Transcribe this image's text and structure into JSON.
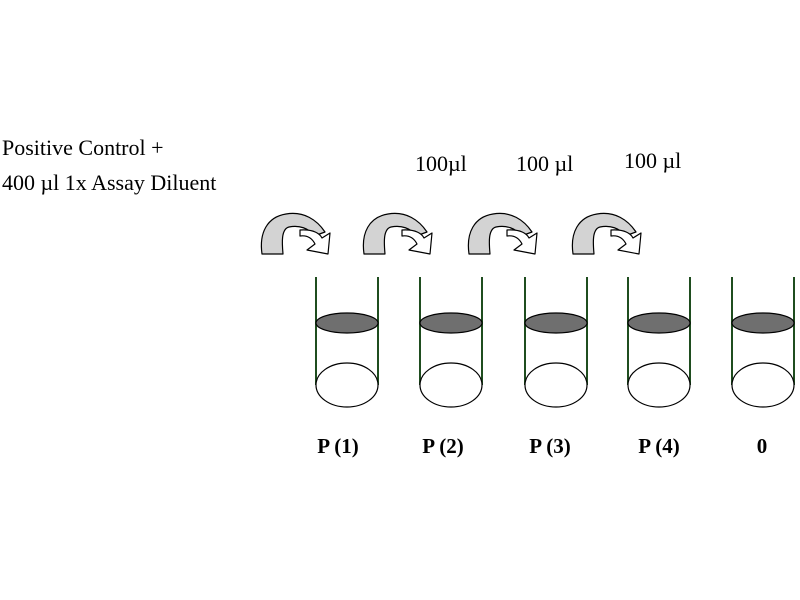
{
  "instructions": {
    "line1": "Positive Control +",
    "line2": "400 µl 1x Assay Diluent"
  },
  "transfers": [
    "100µl",
    "100 µl",
    "100 µl"
  ],
  "tubes": [
    "P (1)",
    "P (2)",
    "P (3)",
    "P (4)",
    "0"
  ],
  "colors": {
    "tube_wall": "#1f4d1f",
    "liquid": "#6f6f6f",
    "arrow_fill": "#d3d3d3",
    "outline": "#000000"
  }
}
